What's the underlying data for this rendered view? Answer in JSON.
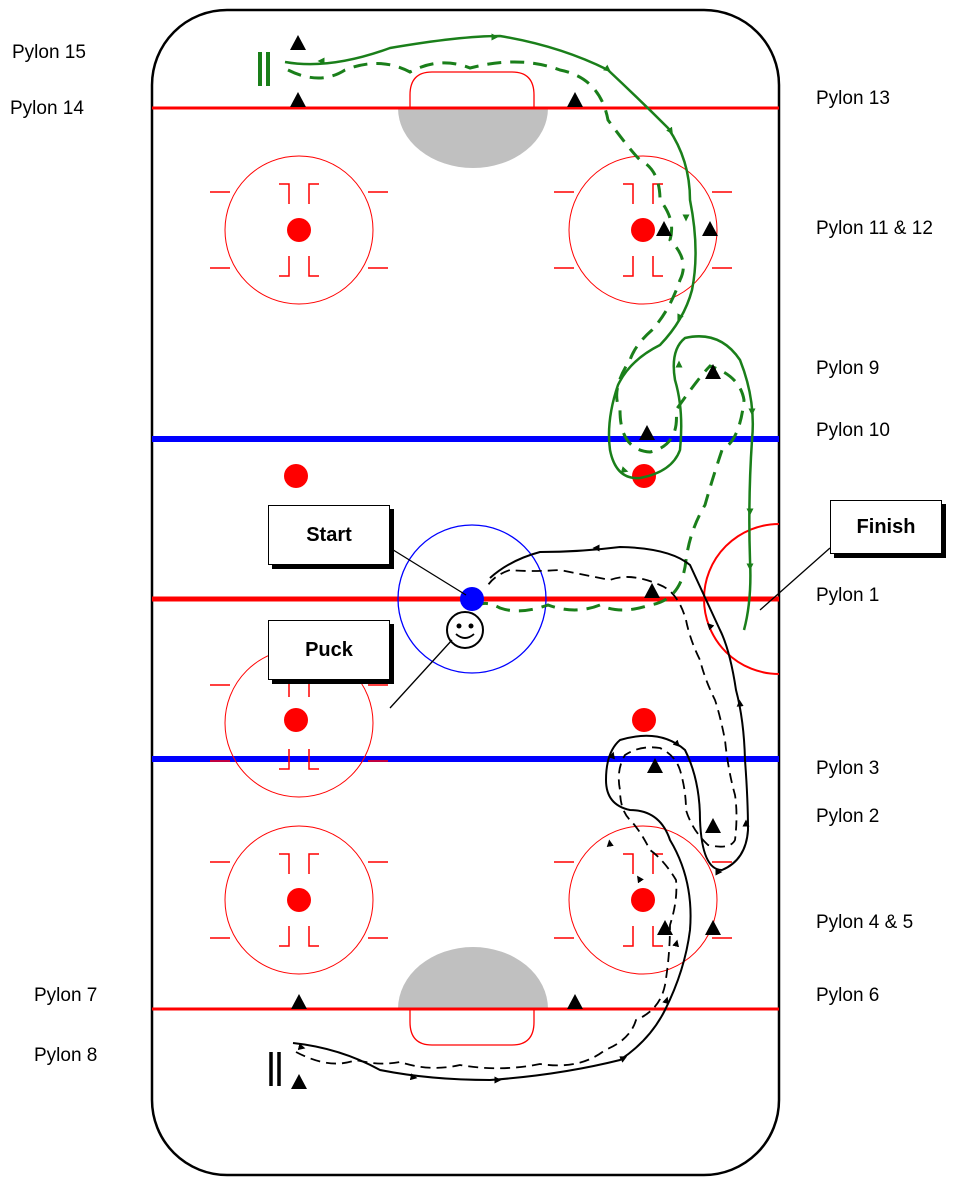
{
  "diagram": {
    "callouts": {
      "start": "Start",
      "puck": "Puck",
      "finish": "Finish"
    },
    "pylon_labels": {
      "p15": "Pylon 15",
      "p14": "Pylon 14",
      "p13": "Pylon 13",
      "p11_12": "Pylon 11 & 12",
      "p9": "Pylon 9",
      "p10": "Pylon 10",
      "p1": "Pylon 1",
      "p3": "Pylon 3",
      "p2": "Pylon 2",
      "p4_5": "Pylon 4 & 5",
      "p7": "Pylon 7",
      "p6": "Pylon 6",
      "p8": "Pylon 8"
    },
    "colors": {
      "goal_line": "#ff0000",
      "blue_line": "#0000ff",
      "center_line": "#ff0000",
      "crease": "#c0c0c0",
      "path_green": "#1a7f1a",
      "path_black": "#000000",
      "pylon": "#000000",
      "start_dot": "#0000ff"
    },
    "icons": [
      "pylon-icon",
      "puck-smiley-icon",
      "faceoff-dot-icon",
      "start-marker-icon"
    ]
  }
}
